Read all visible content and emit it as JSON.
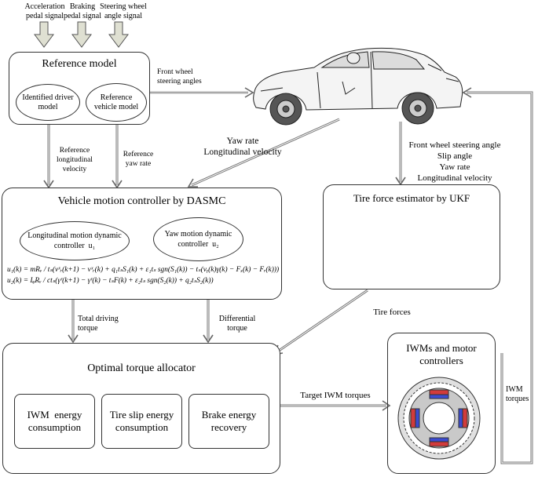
{
  "inputs": [
    "Acceleration\npedal signal",
    "Braking\npedal signal",
    "Steering wheel\nangle signal"
  ],
  "reference_model": {
    "title": "Reference model",
    "driver": "Identified driver\nmodel",
    "vehicle": "Reference\nvehicle model"
  },
  "labels": {
    "front_steering": "Front wheel\nsteering angles",
    "ref_long_vel": "Reference\nlongitudinal\nvelocity",
    "ref_yaw": "Reference\nyaw rate",
    "yaw_long": "Yaw rate\nLongitudinal velocity",
    "estimator_inputs": "Front wheel steering angle\nSlip angle\nYaw rate\nLongitudinal velocity",
    "total_torque": "Total driving\ntorque",
    "diff_torque": "Differential\ntorque",
    "tire_forces": "Tire forces",
    "target_torques": "Target IWM torques",
    "iwm_torques": "IWM\ntorques"
  },
  "controller": {
    "title": "Vehicle motion controller by DASMC",
    "long_ctrl": "Longitudinal motion dynamic\ncontroller  u₁",
    "yaw_ctrl": "Yaw motion dynamic\ncontroller  u₂",
    "eq1": "u₁(k) = mRᵥ / tₛ(vˣᵣ(k+1) − vˣᵣ(k) + q₁tₛS₁(k) + ε₁tₛ sgn(S₁(k)) − tₛ(vᵧ(k)γ(k) − Fₓ(k) − Fᵣ(k)))",
    "eq2": "u₂(k) = IᵩRᵥ / ctₛ(γʳ(k+1) − γʳ(k) − tₛF(k) + ε₂tₛ sgn(S₂(k)) + q₂tₛS₂(k))"
  },
  "estimator": {
    "title": "Tire force estimator by UKF"
  },
  "allocator": {
    "title": "Optimal torque allocator",
    "items": [
      "IWM  energy\nconsumption",
      "Tire slip energy\nconsumption",
      "Brake energy\nrecovery"
    ]
  },
  "iwm": {
    "title": "IWMs and motor\ncontrollers"
  }
}
